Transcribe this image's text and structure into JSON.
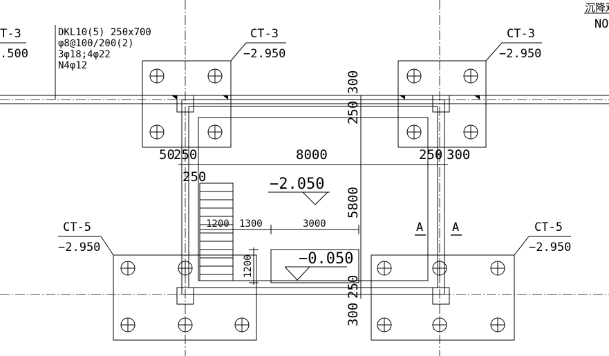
{
  "labels": {
    "top_right_note_1": "沉降观",
    "top_right_note_2": "NO",
    "ct3_left_partial": "T-3",
    "elev_left_partial": ".500",
    "beam_line_1": "DKL10(5) 250x700",
    "beam_line_2": "φ8@100/200(2)",
    "beam_line_3": "3φ18;4φ22",
    "beam_line_4": "N4φ12",
    "ct3_a": "CT-3",
    "elev_a": "−2.950",
    "ct3_b": "CT-3",
    "elev_b": "−2.950",
    "ct5_a": "CT-5",
    "elev_c": "−2.950",
    "ct5_b": "CT-5",
    "elev_d": "−2.950",
    "dim_8000": "8000",
    "dim_50": "50",
    "dim_250_a": "250",
    "dim_250_b": "250",
    "dim_250_c": "250",
    "dim_300_a": "300",
    "dim_300_b": "300",
    "dim_300_c": "300",
    "dim_250_v1": "250",
    "dim_250_v2": "250",
    "dim_5800": "5800",
    "dim_1200": "1200",
    "dim_1300": "1300",
    "dim_3000": "3000",
    "dim_1200_v": "1200",
    "elev_pit": "−2.050",
    "elev_floor": "−0.050",
    "section_a1": "A",
    "section_a2": "A"
  }
}
